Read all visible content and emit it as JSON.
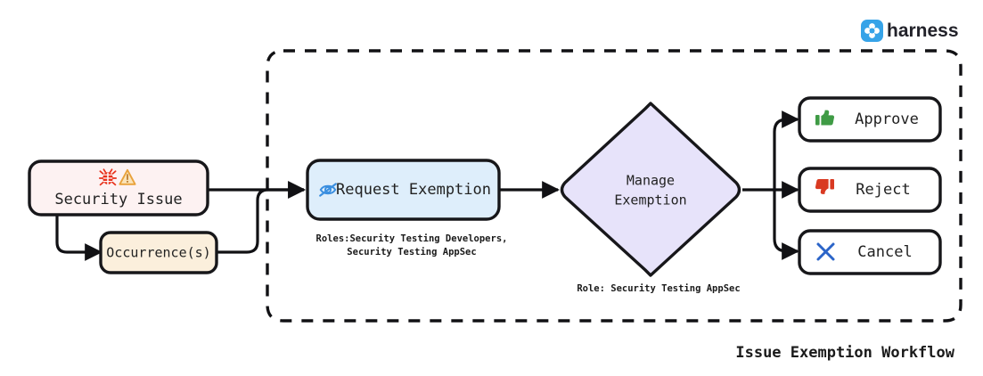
{
  "brand": {
    "name": "harness",
    "logo_icon": "harness-logo-icon",
    "logo_color": "#36A3E8"
  },
  "caption": {
    "text": "Issue Exemption Workflow"
  },
  "container": {
    "name": "exemption-workflow-boundary",
    "style": "dashed"
  },
  "nodes": [
    {
      "id": "security-issue",
      "label": "Security Issue",
      "icons": [
        "bug-icon",
        "warning-triangle-icon"
      ],
      "fill": "#FDF2F2",
      "stroke": "#17171A",
      "shape": "rounded-rect"
    },
    {
      "id": "occurrences",
      "label": "Occurrence(s)",
      "icons": [],
      "fill": "#FBEFDC",
      "stroke": "#17171A",
      "shape": "rounded-rect"
    },
    {
      "id": "request-exemption",
      "label": "Request Exemption",
      "icons": [
        "eye-slash-icon"
      ],
      "fill": "#DEEEFB",
      "stroke": "#17171A",
      "shape": "rounded-rect"
    },
    {
      "id": "manage-exemption",
      "label_line1": "Manage",
      "label_line2": "Exemption",
      "icons": [],
      "fill": "#E7E3FA",
      "stroke": "#17171A",
      "shape": "diamond"
    },
    {
      "id": "approve",
      "label": "Approve",
      "icons": [
        "thumbs-up-icon"
      ],
      "icon_color": "#3F9B45",
      "fill": "#FFFFFF",
      "stroke": "#17171A",
      "shape": "rounded-rect"
    },
    {
      "id": "reject",
      "label": "Reject",
      "icons": [
        "thumbs-down-icon"
      ],
      "icon_color": "#D93A22",
      "fill": "#FFFFFF",
      "stroke": "#17171A",
      "shape": "rounded-rect"
    },
    {
      "id": "cancel",
      "label": "Cancel",
      "icons": [
        "cross-x-icon"
      ],
      "icon_color": "#2B64C8",
      "fill": "#FFFFFF",
      "stroke": "#17171A",
      "shape": "rounded-rect"
    }
  ],
  "annotations": {
    "request_roles_line1": "Roles:Security Testing Developers,",
    "request_roles_line2": "Security Testing AppSec",
    "manage_role": "Role: Security Testing AppSec"
  }
}
